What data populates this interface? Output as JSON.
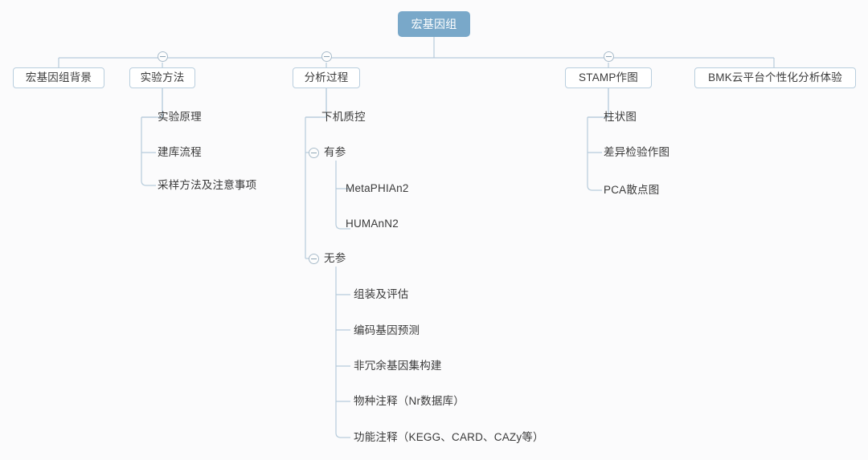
{
  "diagram": {
    "title": "宏基因组",
    "type": "mind-map-tree",
    "background_color": "#fbfbfc",
    "root_fill": "#79a8c9",
    "root_text_color": "#ffffff",
    "line_color": "#b6cbdb",
    "box_border_color": "#b9cede",
    "text_color": "#3c3c3c",
    "toggle_icon": "collapse-minus-circle"
  },
  "root": {
    "label": "宏基因组"
  },
  "level2": [
    {
      "label": "宏基因组背景",
      "has_toggle": false
    },
    {
      "label": "实验方法",
      "has_toggle": true
    },
    {
      "label": "分析过程",
      "has_toggle": true
    },
    {
      "label": "STAMP作图",
      "has_toggle": true
    },
    {
      "label": "BMK云平台个性化分析体验",
      "has_toggle": false
    }
  ],
  "branch_experiment": {
    "parent": "实验方法",
    "children": [
      {
        "label": "实验原理"
      },
      {
        "label": "建库流程"
      },
      {
        "label": "采样方法及注意事项"
      }
    ]
  },
  "branch_analysis": {
    "parent": "分析过程",
    "children": [
      {
        "label": "下机质控",
        "has_toggle": false
      },
      {
        "label": "有参",
        "has_toggle": true
      },
      {
        "label": "无参",
        "has_toggle": true
      }
    ]
  },
  "branch_reference": {
    "parent": "有参",
    "children": [
      {
        "label": "MetaPHIAn2"
      },
      {
        "label": "HUMAnN2"
      }
    ]
  },
  "branch_denovo": {
    "parent": "无参",
    "children": [
      {
        "label": "组装及评估"
      },
      {
        "label": "编码基因预测"
      },
      {
        "label": "非冗余基因集构建"
      },
      {
        "label": "物种注释（Nr数据库）"
      },
      {
        "label": "功能注释（KEGG、CARD、CAZy等）"
      }
    ]
  },
  "branch_stamp": {
    "parent": "STAMP作图",
    "children": [
      {
        "label": "柱状图"
      },
      {
        "label": "差异检验作图"
      },
      {
        "label": "PCA散点图"
      }
    ]
  }
}
